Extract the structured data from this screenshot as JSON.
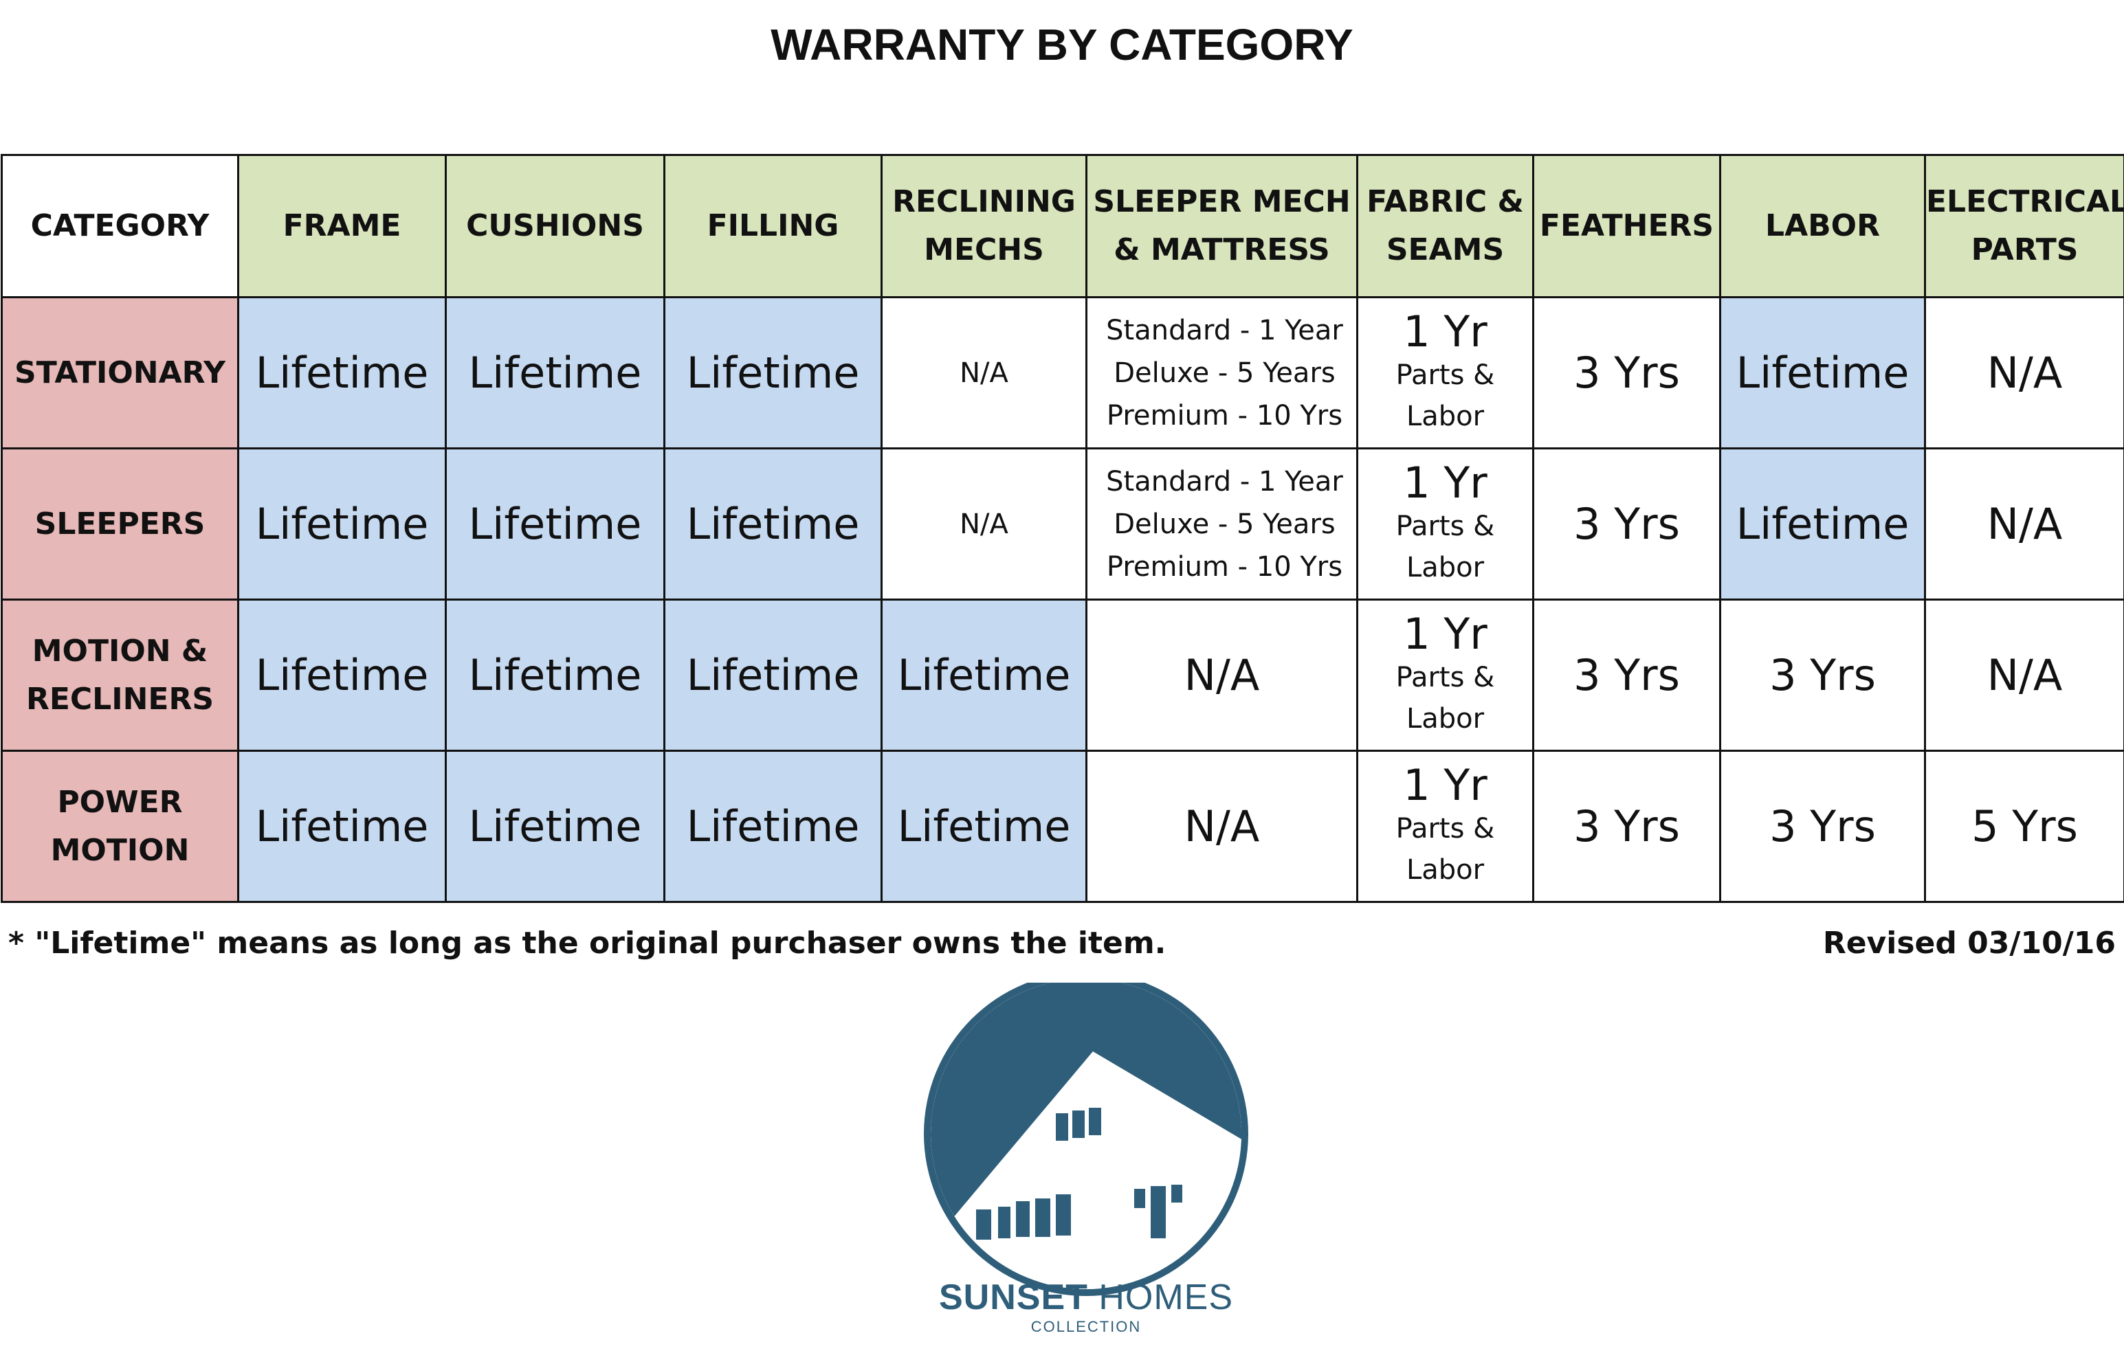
{
  "title": "WARRANTY BY CATEGORY",
  "table": {
    "headers": [
      [
        "CATEGORY"
      ],
      [
        "FRAME"
      ],
      [
        "CUSHIONS"
      ],
      [
        "FILLING"
      ],
      [
        "RECLINING",
        "MECHS"
      ],
      [
        "SLEEPER MECH",
        "& MATTRESS"
      ],
      [
        "FABRIC &",
        "SEAMS"
      ],
      [
        "FEATHERS"
      ],
      [
        "LABOR"
      ],
      [
        "ELECTRICAL",
        "PARTS"
      ]
    ],
    "rows": [
      {
        "category": [
          "STATIONARY"
        ],
        "frame": "Lifetime",
        "cushions": "Lifetime",
        "filling": "Lifetime",
        "reclining_mechs": "N/A",
        "sleeper_mech": [
          "Standard - 1 Year",
          "Deluxe - 5 Years",
          "Premium - 10 Yrs"
        ],
        "fabric_seams": {
          "term": "1 Yr",
          "detail": [
            "Parts &",
            "Labor"
          ]
        },
        "feathers": "3 Yrs",
        "labor": "Lifetime",
        "electrical_parts": "N/A"
      },
      {
        "category": [
          "SLEEPERS"
        ],
        "frame": "Lifetime",
        "cushions": "Lifetime",
        "filling": "Lifetime",
        "reclining_mechs": "N/A",
        "sleeper_mech": [
          "Standard - 1 Year",
          "Deluxe - 5 Years",
          "Premium - 10 Yrs"
        ],
        "fabric_seams": {
          "term": "1 Yr",
          "detail": [
            "Parts &",
            "Labor"
          ]
        },
        "feathers": "3 Yrs",
        "labor": "Lifetime",
        "electrical_parts": "N/A"
      },
      {
        "category": [
          "MOTION &",
          "RECLINERS"
        ],
        "frame": "Lifetime",
        "cushions": "Lifetime",
        "filling": "Lifetime",
        "reclining_mechs": "Lifetime",
        "sleeper_mech": [
          "N/A"
        ],
        "fabric_seams": {
          "term": "1 Yr",
          "detail": [
            "Parts &",
            "Labor"
          ]
        },
        "feathers": "3 Yrs",
        "labor": "3 Yrs",
        "electrical_parts": "N/A"
      },
      {
        "category": [
          "POWER",
          "MOTION"
        ],
        "frame": "Lifetime",
        "cushions": "Lifetime",
        "filling": "Lifetime",
        "reclining_mechs": "Lifetime",
        "sleeper_mech": [
          "N/A"
        ],
        "fabric_seams": {
          "term": "1 Yr",
          "detail": [
            "Parts &",
            "Labor"
          ]
        },
        "feathers": "3 Yrs",
        "labor": "3 Yrs",
        "electrical_parts": "5 Yrs"
      }
    ]
  },
  "footnote": "* \"Lifetime\" means as long as the original purchaser owns the item.",
  "revised": "Revised 03/10/16",
  "logo": {
    "name_bold": "SUNSET",
    "name_light": "HOMES",
    "sub": "COLLECTION",
    "icon": "house-in-circle-logo",
    "color": "#2f5e7a"
  },
  "colors": {
    "header_green": "#d8e4bc",
    "category_pink": "#e6b8b7",
    "lifetime_blue": "#c5d9f1"
  }
}
